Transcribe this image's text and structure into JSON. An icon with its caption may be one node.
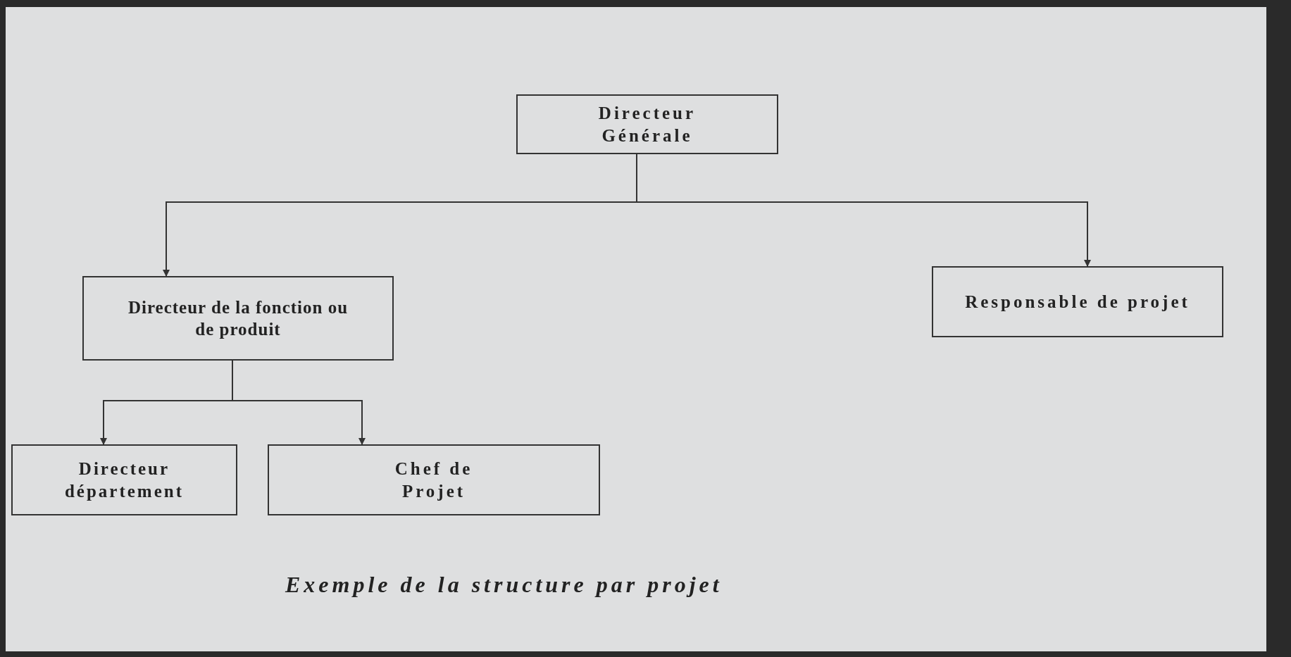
{
  "diagram": {
    "caption": "Exemple de la structure par projet",
    "nodes": [
      {
        "text": [
          "Directeur Générale"
        ]
      },
      {
        "text": [
          "Directeur de la fonction ou de produit"
        ]
      },
      {
        "text": [
          "Responsable de projet"
        ]
      },
      {
        "text": [
          "Directeur département"
        ]
      },
      {
        "text": [
          "Chef de Projet"
        ]
      }
    ],
    "edges": [
      {
        "from": 0,
        "to": 1,
        "arrow": "to"
      },
      {
        "from": 0,
        "to": 2,
        "arrow": "to"
      },
      {
        "from": 1,
        "to": 3,
        "arrow": "to"
      },
      {
        "from": 1,
        "to": 4,
        "arrow": "to"
      }
    ]
  }
}
